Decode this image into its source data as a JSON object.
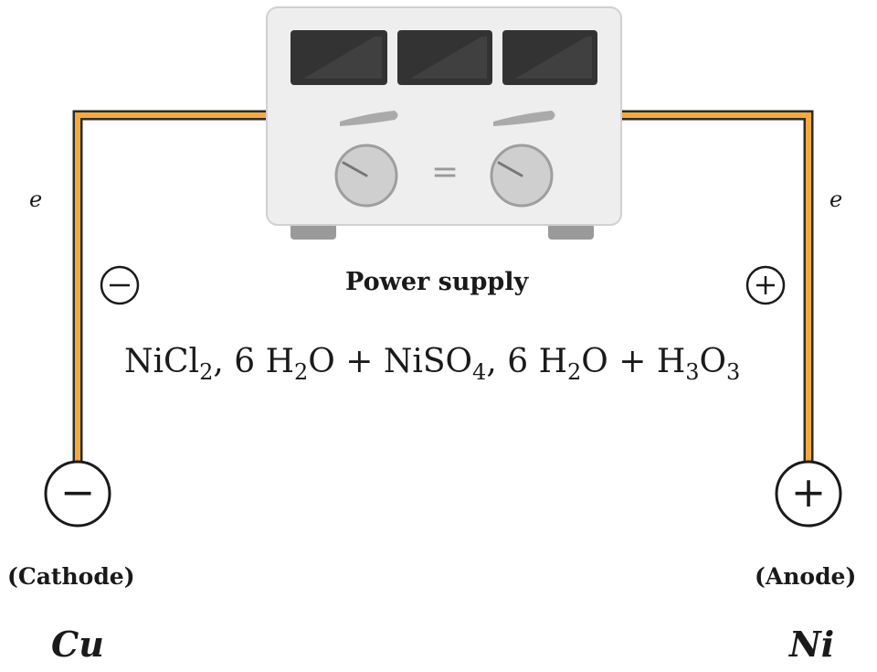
{
  "electron_label": "e",
  "power_supply": {
    "label": "Power supply",
    "equals_sign": "="
  },
  "electrolyte": [
    {
      "text": "NiCl",
      "sub": "2"
    },
    {
      "text": ", 6 H",
      "sub": "2"
    },
    {
      "text": "O + NiSO",
      "sub": "4"
    },
    {
      "text": ", 6 H",
      "sub": "2"
    },
    {
      "text": "O + H",
      "sub": "3"
    },
    {
      "text": "O",
      "sub": "3"
    }
  ],
  "cathode": {
    "sign": "−",
    "role": "(Cathode)",
    "metal": "Cu"
  },
  "anode": {
    "sign": "+",
    "role": "(Anode)",
    "metal": "Ni"
  },
  "colors": {
    "wire_fill": "#f5a93b",
    "wire_outline": "#2b2b2b",
    "device_body": "#eeeeee",
    "device_outline": "#d0d0d0",
    "display": "#333333",
    "knob": "#cfcfcf",
    "foot": "#9a9a9a"
  }
}
